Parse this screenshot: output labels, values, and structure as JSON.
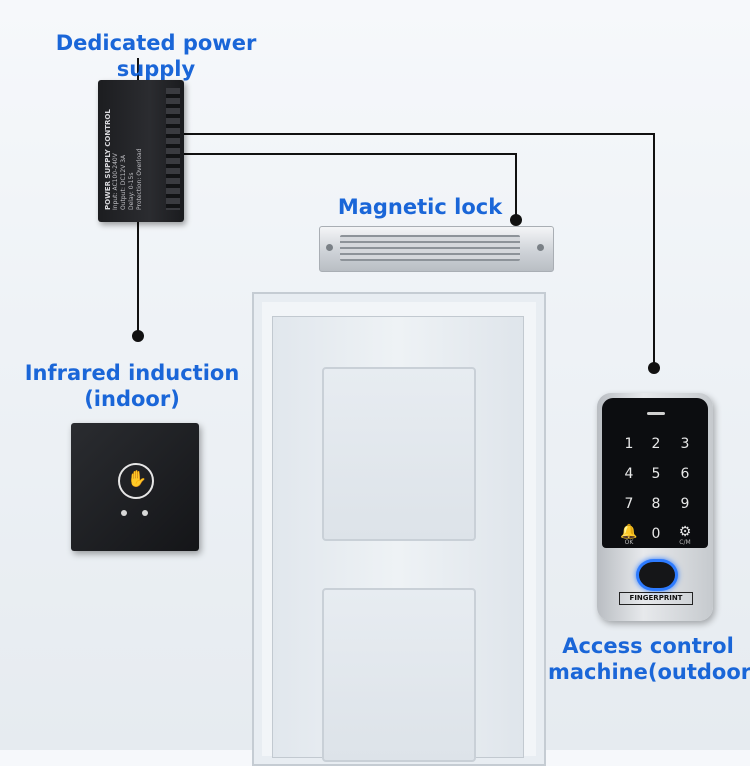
{
  "labels": {
    "power_supply": "Dedicated power supply",
    "magnetic_lock": "Magnetic lock",
    "infrared_line1": "Infrared induction",
    "infrared_line2": "(indoor)",
    "access_line1": "Access control",
    "access_line2": "machine(outdoor)"
  },
  "power_supply_print": {
    "title": "POWER SUPPLY CONTROL",
    "lines": [
      "Input: AC100-240V",
      "Output: DC12V 3A",
      "Delay: 0-15s",
      "Protection: Overload"
    ]
  },
  "keypad": {
    "keys": [
      "1",
      "2",
      "3",
      "4",
      "5",
      "6",
      "7",
      "8",
      "9",
      "",
      "0",
      ""
    ],
    "bell_label": "OK",
    "gear_label": "C/M",
    "fingerprint_label": "FINGERPRINT"
  },
  "colors": {
    "label": "#1a66d8",
    "wire": "#111111",
    "fingerprint_ring": "#2d7bff"
  }
}
